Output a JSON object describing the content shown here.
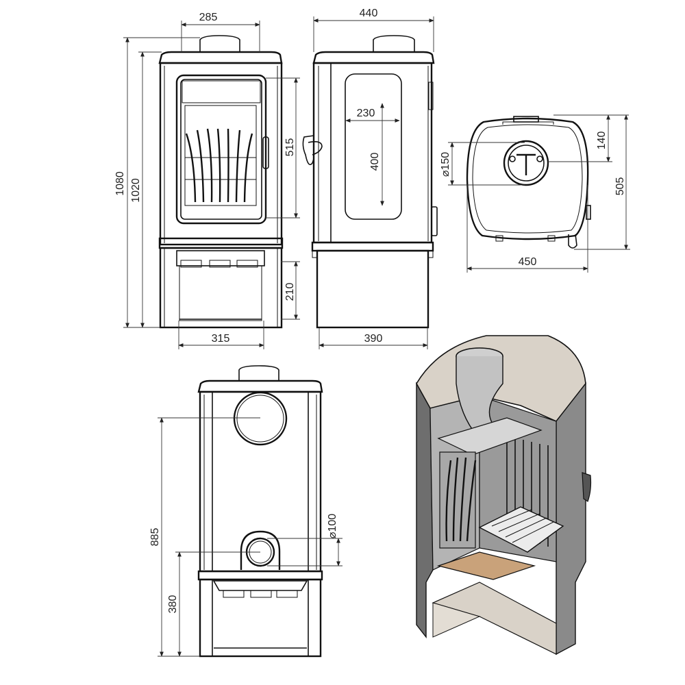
{
  "front_view": {
    "width_top": "285",
    "door_height": "515",
    "height_total": "1080",
    "height_body": "1020",
    "base_height": "210",
    "width_base": "315"
  },
  "side_view": {
    "depth_top": "440",
    "window_width": "230",
    "window_height": "400",
    "depth_base": "390"
  },
  "top_view": {
    "flue_diameter": "⌀150",
    "flue_offset": "140",
    "depth": "505",
    "width": "450"
  },
  "rear_view": {
    "air_inlet_diameter": "⌀100",
    "rear_flue_height": "885",
    "air_inlet_height": "380"
  },
  "colors": {
    "line": "#111111",
    "stone": "#d9d2c8",
    "steel": "#6e6e6e"
  }
}
